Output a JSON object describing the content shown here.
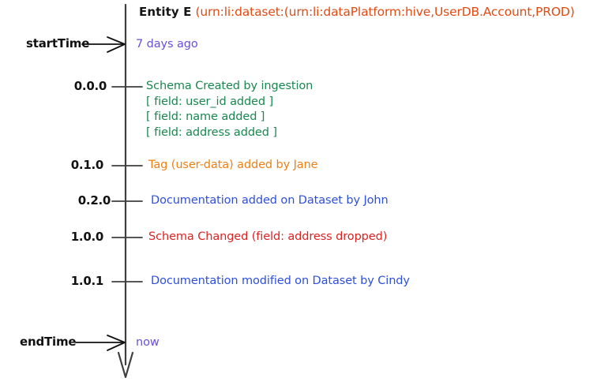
{
  "diagram": {
    "type": "entity-timeline",
    "title": {
      "entity_label": "Entity E",
      "urn": "(urn:li:dataset:(urn:li:dataPlatform:hive,UserDB.Account,PROD)"
    },
    "axis": {
      "orientation": "vertical",
      "line_color": "#3f3f3f",
      "arrow_direction": "down"
    },
    "boundaries": [
      {
        "name": "startTime",
        "value": "7 days ago",
        "color": "#6b4fd8"
      },
      {
        "name": "endTime",
        "value": "now",
        "color": "#6b4fd8"
      }
    ],
    "events": [
      {
        "version": "0.0.0",
        "color": "#19874f",
        "title": "Schema Created by ingestion",
        "details": [
          "[ field: user_id added ]",
          "[ field: name added ]",
          "[ field: address added ]"
        ]
      },
      {
        "version": "0.1.0",
        "color": "#ee8013",
        "title": "Tag (user-data) added by Jane",
        "details": []
      },
      {
        "version": "0.2.0",
        "color": "#2f4fdd",
        "title": "Documentation added on Dataset by John",
        "details": []
      },
      {
        "version": "1.0.0",
        "color": "#dd2222",
        "title": "Schema Changed (field: address dropped)",
        "details": []
      },
      {
        "version": "1.0.1",
        "color": "#2f4fdd",
        "title": "Documentation modified on Dataset by Cindy",
        "details": []
      }
    ]
  }
}
